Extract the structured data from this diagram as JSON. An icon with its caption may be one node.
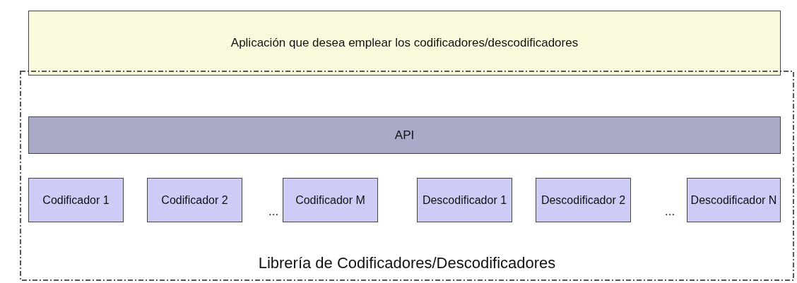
{
  "diagram": {
    "nodes": [
      {
        "text": [
          "Aplicación que desea emplear los codificadores/descodificadores"
        ]
      },
      {
        "text": [
          "Librería de Codificadores/Descodificadores"
        ]
      },
      {
        "text": [
          "API"
        ],
        "in": 1
      },
      {
        "text": [
          "Codificador 1"
        ],
        "in": 1
      },
      {
        "text": [
          "Codificador 2"
        ],
        "in": 1
      },
      {
        "text": [
          "Codificador M"
        ],
        "in": 1
      },
      {
        "text": [
          "Descodificador 1"
        ],
        "in": 1
      },
      {
        "text": [
          "Descodificador 2"
        ],
        "in": 1
      },
      {
        "text": [
          "Descodificador N"
        ],
        "in": 1
      }
    ],
    "labels": [
      "...",
      "..."
    ]
  }
}
